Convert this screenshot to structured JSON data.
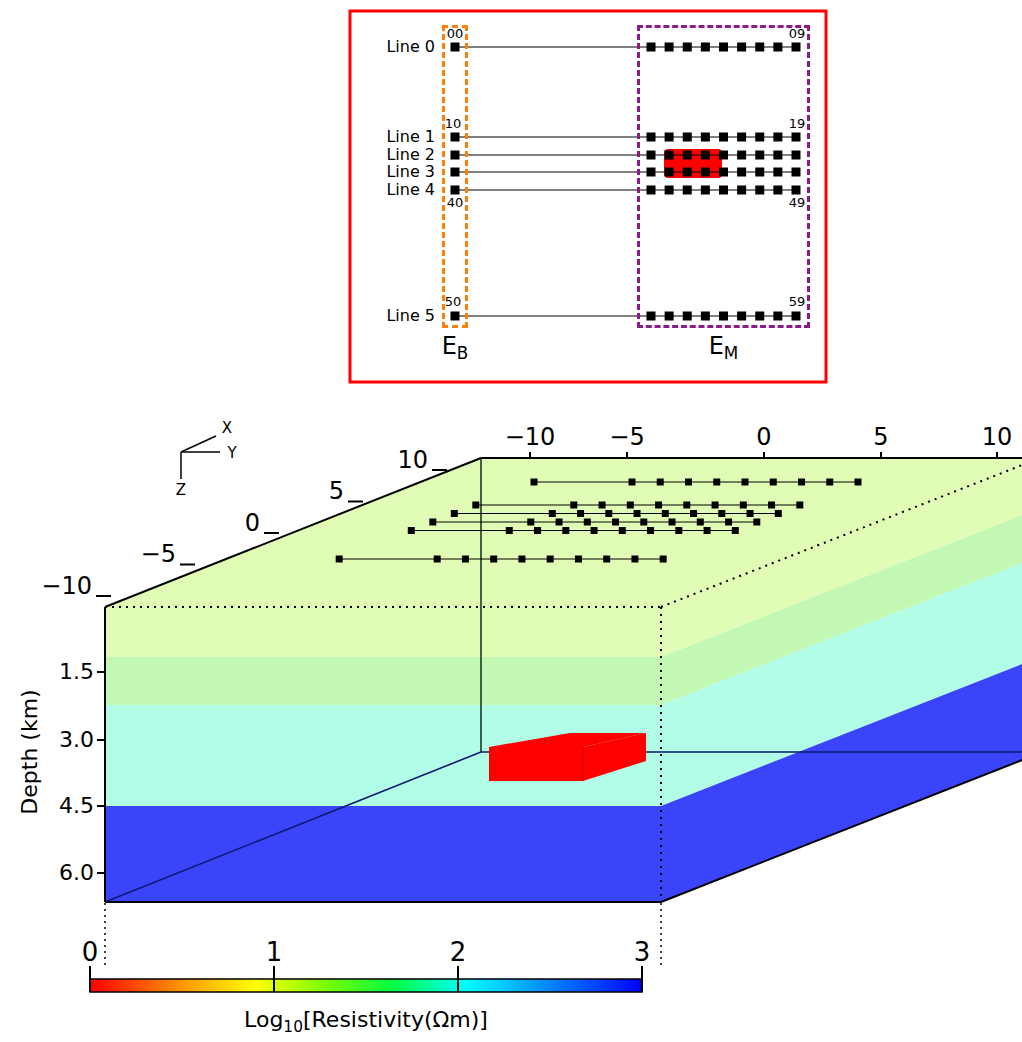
{
  "diagram": {
    "nodes": [
      {
        "text": [
          "E",
          "B"
        ]
      },
      {
        "text": [
          "E",
          "M"
        ]
      }
    ],
    "edges": [],
    "labels": [
      "Line 0",
      "Line 1",
      "Line 2",
      "Line 3",
      "Line 4",
      "Line 5",
      "00",
      "09",
      "10",
      "19",
      "40",
      "49",
      "50",
      "59",
      "X",
      "Y",
      "Z",
      "−10",
      "−5",
      "0",
      "5",
      "10",
      "10",
      "5",
      "0",
      "−5",
      "−10",
      "Depth (km)",
      "1.5",
      "3.0",
      "4.5",
      "6.0",
      "0",
      "1",
      "2",
      "3",
      "Log",
      "10",
      "[Resistivity(Ωm)]"
    ]
  }
}
